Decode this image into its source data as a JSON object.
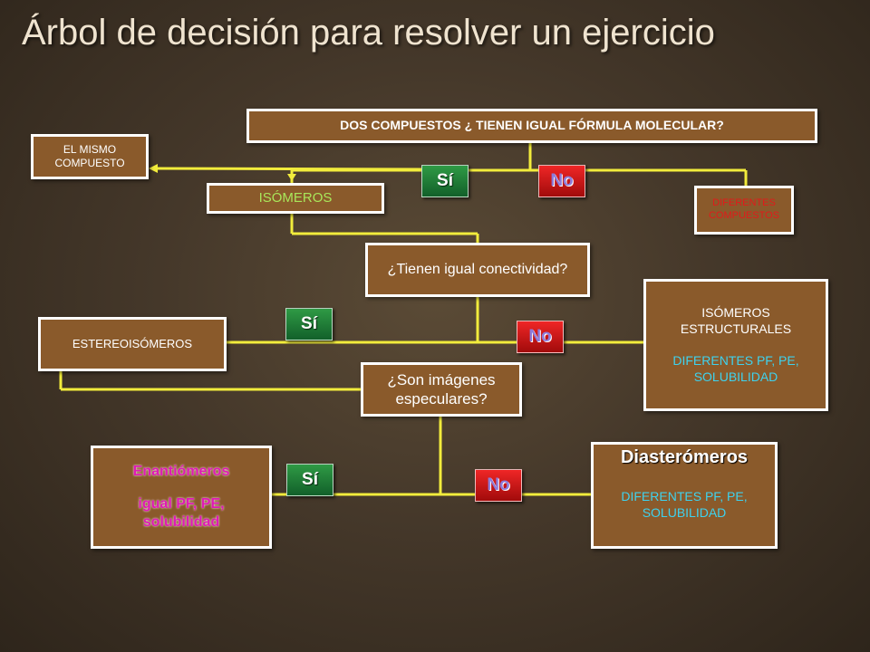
{
  "title": "Árbol de decisión para resolver un ejercicio",
  "nodes": {
    "q_formula": "DOS COMPUESTOS ¿ TIENEN IGUAL FÓRMULA MOLECULAR?",
    "mismo": "EL MISMO COMPUESTO",
    "isomeros": "ISÓMEROS",
    "diferentes": "DIFERENTES COMPUESTOS",
    "q_conectividad": "¿Tienen igual conectividad?",
    "estereo": "ESTEREOISÓMEROS",
    "estructurales_title": "ISÓMEROS ESTRUCTURALES",
    "estructurales_detail": "DIFERENTES PF, PE, SOLUBILIDAD",
    "q_especulares": "¿Son imágenes especulares?",
    "enantio_title": "Enantiómeros",
    "enantio_detail": "igual PF, PE, solubilidad",
    "diaste_title": "Diasterómeros",
    "diaste_detail": "DIFERENTES PF, PE, SOLUBILIDAD"
  },
  "answers": {
    "yes": "Sí",
    "no": "No"
  },
  "colors": {
    "connector": "#f2ec3c",
    "box_fill": "#8a5a2b",
    "yes_button": "#1f7d36",
    "no_button": "#d81818",
    "isomeros_text": "#a9e65a",
    "red_text": "#e01b1b",
    "cyan_text": "#3ed2ee",
    "magenta_text": "#e01ab5"
  }
}
